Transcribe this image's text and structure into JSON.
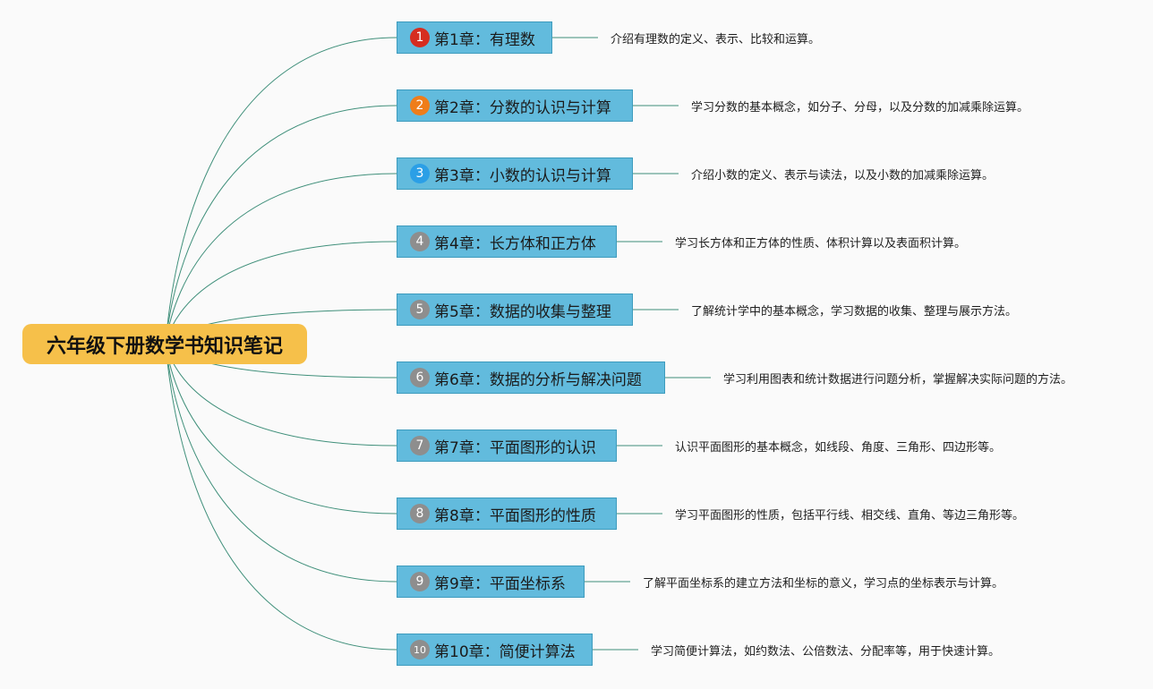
{
  "root": {
    "title": "六年级下册数学书知识笔记"
  },
  "colors": {
    "root_bg": "#f6c04a",
    "chapter_bg": "#62bbdd",
    "edge": "#3f8f7a",
    "badge_default": "#8e8e8e"
  },
  "chapters": [
    {
      "num": "1",
      "label": "第1章：有理数",
      "desc": "介绍有理数的定义、表示、比较和运算。",
      "badge_color": "#d62d20"
    },
    {
      "num": "2",
      "label": "第2章：分数的认识与计算",
      "desc": "学习分数的基本概念，如分子、分母，以及分数的加减乘除运算。",
      "badge_color": "#ef7d1a"
    },
    {
      "num": "3",
      "label": "第3章：小数的认识与计算",
      "desc": "介绍小数的定义、表示与读法，以及小数的加减乘除运算。",
      "badge_color": "#2b9fe6"
    },
    {
      "num": "4",
      "label": "第4章：长方体和正方体",
      "desc": "学习长方体和正方体的性质、体积计算以及表面积计算。",
      "badge_color": "#8e8e8e"
    },
    {
      "num": "5",
      "label": "第5章：数据的收集与整理",
      "desc": "了解统计学中的基本概念，学习数据的收集、整理与展示方法。",
      "badge_color": "#8e8e8e"
    },
    {
      "num": "6",
      "label": "第6章：数据的分析与解决问题",
      "desc": "学习利用图表和统计数据进行问题分析，掌握解决实际问题的方法。",
      "badge_color": "#8e8e8e"
    },
    {
      "num": "7",
      "label": "第7章：平面图形的认识",
      "desc": "认识平面图形的基本概念，如线段、角度、三角形、四边形等。",
      "badge_color": "#8e8e8e"
    },
    {
      "num": "8",
      "label": "第8章：平面图形的性质",
      "desc": "学习平面图形的性质，包括平行线、相交线、直角、等边三角形等。",
      "badge_color": "#8e8e8e"
    },
    {
      "num": "9",
      "label": "第9章：平面坐标系",
      "desc": "了解平面坐标系的建立方法和坐标的意义，学习点的坐标表示与计算。",
      "badge_color": "#8e8e8e"
    },
    {
      "num": "10",
      "label": "第10章：简便计算法",
      "desc": "学习简便计算法，如约数法、公倍数法、分配率等，用于快速计算。",
      "badge_color": "#8e8e8e"
    }
  ]
}
